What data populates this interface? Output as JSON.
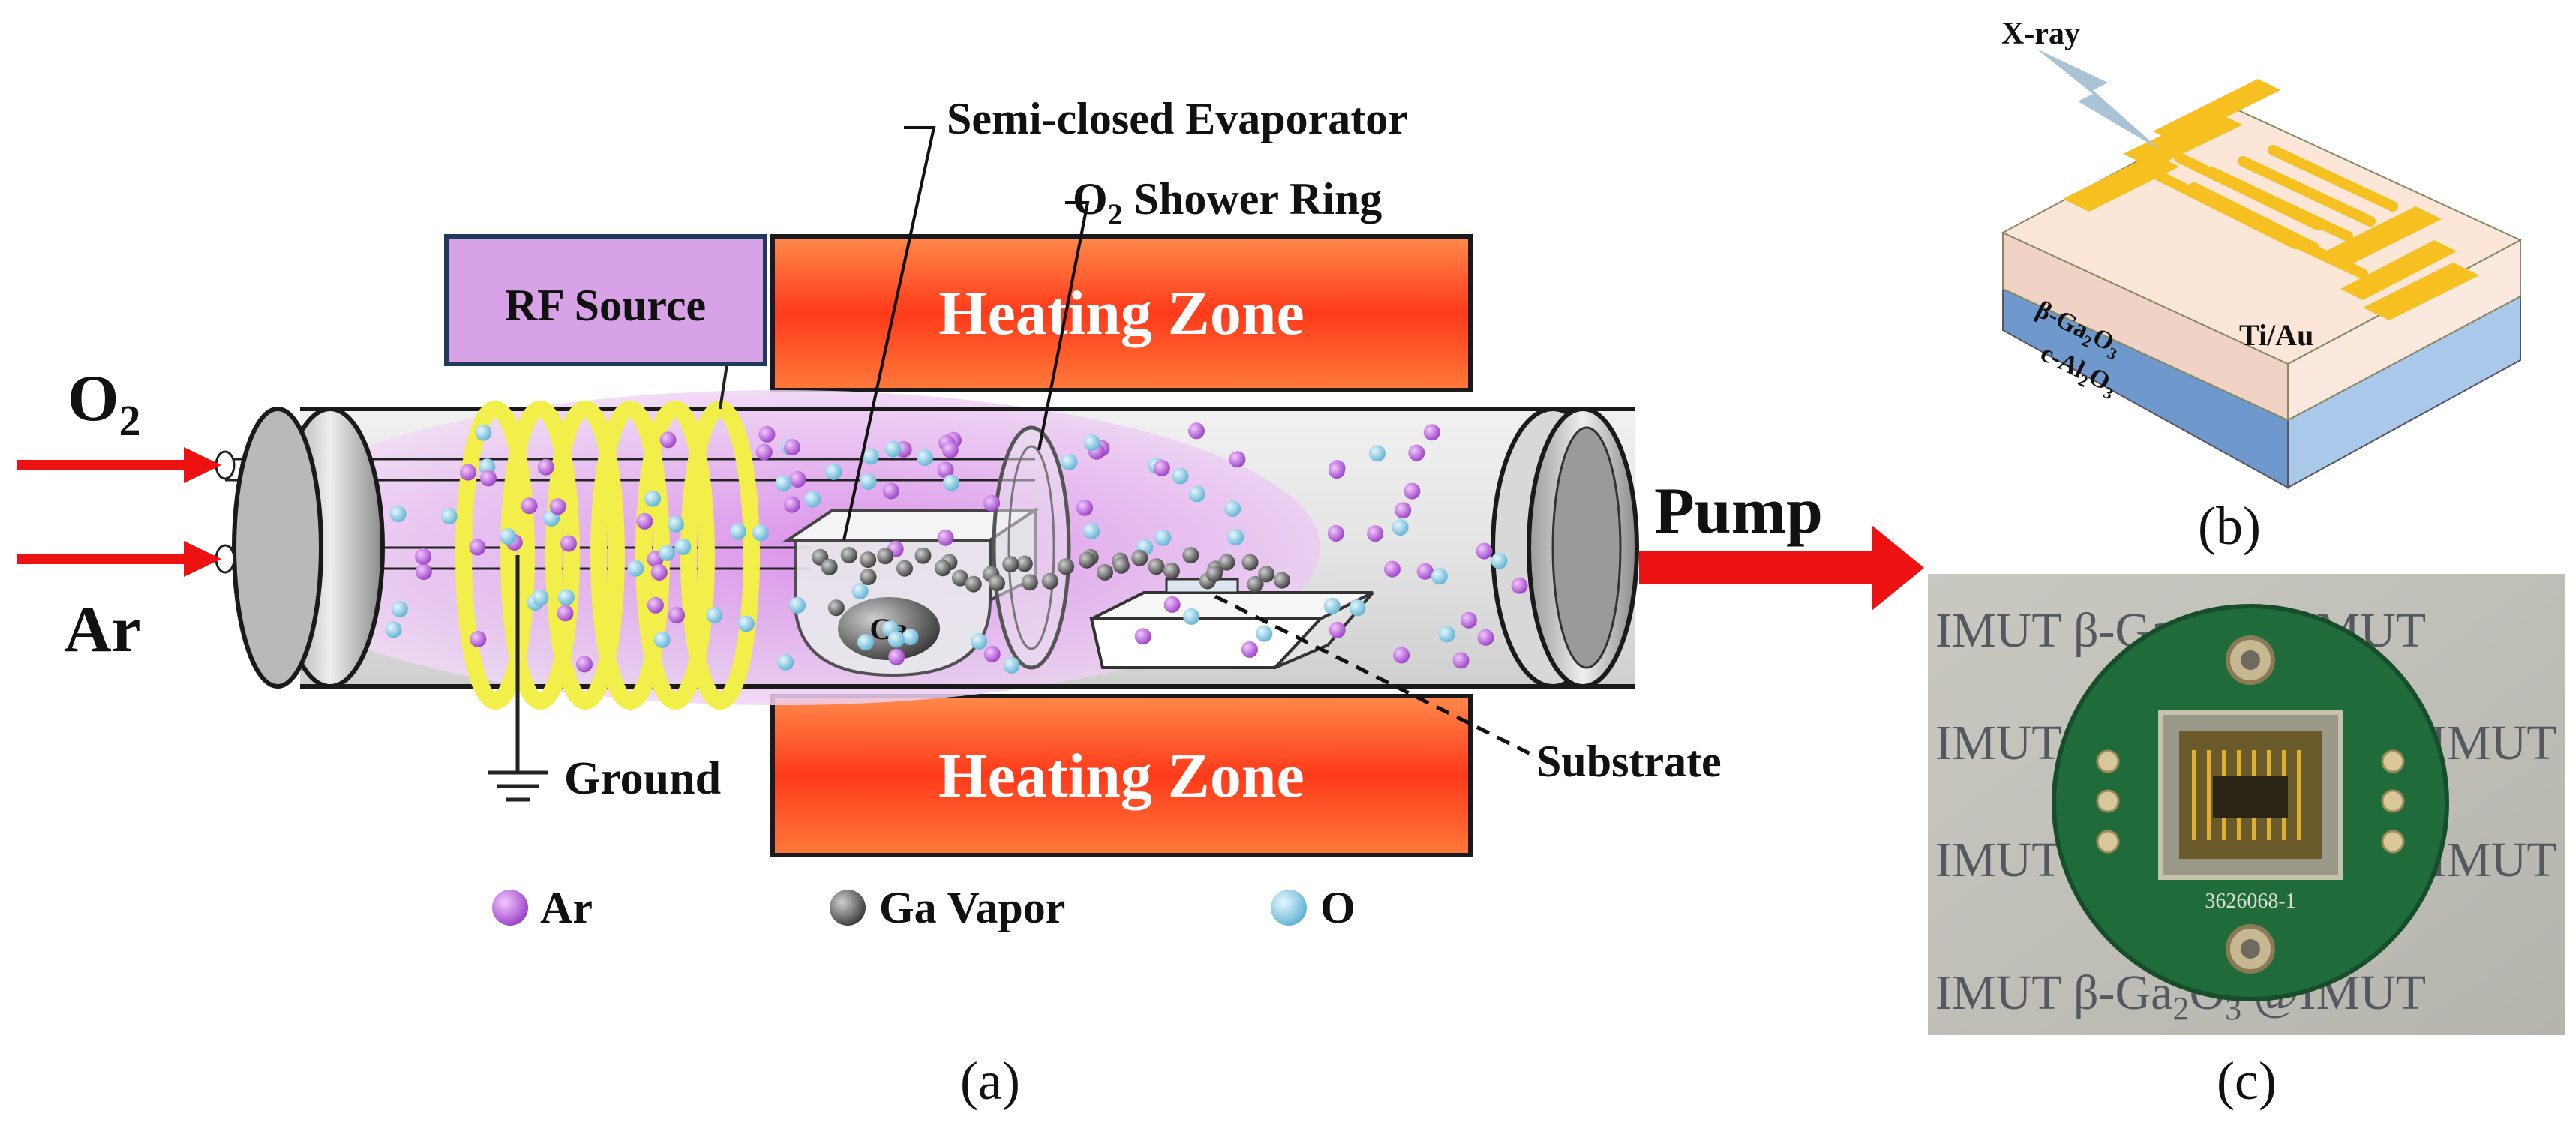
{
  "panel_a": {
    "caption": "(a)",
    "inputs": {
      "o2_label": "O",
      "o2_sub": "2",
      "ar_label": "Ar"
    },
    "rf_source_label": "RF Source",
    "heating_zone_top": "Heating Zone",
    "heating_zone_bottom": "Heating Zone",
    "evaporator_label": "Semi-closed Evaporator",
    "shower_ring": {
      "prefix": "O",
      "sub": "2",
      "suffix": " Shower Ring"
    },
    "pump_label": "Pump",
    "ground_label": "Ground",
    "substrate_label": "Substrate",
    "crucible_label": "Ga",
    "legend": [
      {
        "label": "Ar",
        "color": "#b455d8"
      },
      {
        "label": "Ga Vapor",
        "color": "#555555"
      },
      {
        "label": "O",
        "color": "#7cc4dc"
      }
    ]
  },
  "panel_b": {
    "caption": "(b)",
    "xray_label": "X-ray",
    "film_label": {
      "prefix": "β-Ga",
      "sub1": "2",
      "mid": "O",
      "sub2": "3"
    },
    "substrate_label": {
      "prefix": "c-Al",
      "sub1": "2",
      "mid": "O",
      "sub2": "3"
    },
    "electrode_label": "Ti/Au"
  },
  "panel_c": {
    "caption": "(c)",
    "watermark_rows": [
      {
        "prefix": "IMUT β-Ga",
        "s1": "2",
        "m": "O",
        "s2": "3",
        "suffix": " @IMUT"
      },
      {
        "prefix": "IMUT",
        "s1": "",
        "m": "",
        "s2": "",
        "suffix": ""
      },
      {
        "prefix": "IMUT",
        "s1": "",
        "m": "",
        "s2": "",
        "suffix": ""
      },
      {
        "prefix": "IMUT β-Ga",
        "s1": "2",
        "m": "O",
        "s2": "3",
        "suffix": " @IMUT"
      }
    ],
    "watermark_right": [
      "IMUT",
      "IMUT"
    ],
    "board_code": "3626068-1"
  },
  "colors": {
    "arrow_red": "#ee1111",
    "heating_orange": "#ff5a2a",
    "coil_yellow": "#f2ef4a",
    "plasma_purple": "#e6aef0",
    "pcb_green": "#1f6b3a",
    "gold": "#f5c020"
  }
}
